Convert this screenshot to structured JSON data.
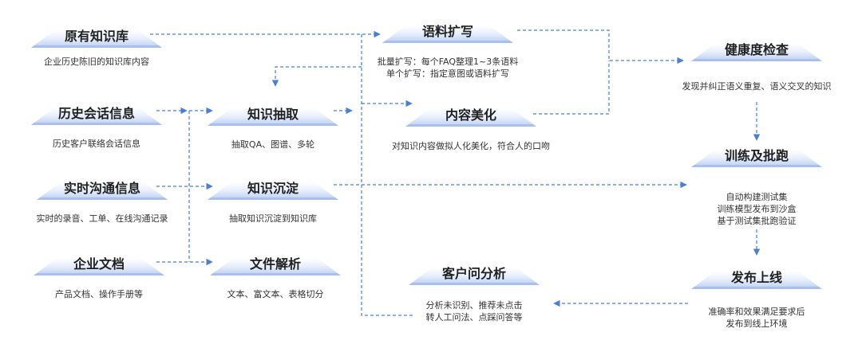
{
  "colors": {
    "connector": "#4a7fd4",
    "pedestal_top": "#ffffff",
    "pedestal_bottom": "#b9cdf4"
  },
  "nodes": {
    "legacy_kb": {
      "title": "原有知识库",
      "desc": [
        "企业历史陈旧的知识库内容"
      ]
    },
    "chat_history": {
      "title": "历史会话信息",
      "desc": [
        "历史客户联络会话信息"
      ]
    },
    "realtime_comm": {
      "title": "实时沟通信息",
      "desc": [
        "实时的录音、工单、在线沟通记录"
      ]
    },
    "enterprise_docs": {
      "title": "企业文档",
      "desc": [
        "产品文档、操作手册等"
      ]
    },
    "knowledge_extract": {
      "title": "知识抽取",
      "desc": [
        "抽取QA、图谱、多轮"
      ]
    },
    "knowledge_deposit": {
      "title": "知识沉淀",
      "desc": [
        "抽取知识沉淀到知识库"
      ]
    },
    "file_parse": {
      "title": "文件解析",
      "desc": [
        "文本、富文本、表格切分"
      ]
    },
    "corpus_expand": {
      "title": "语料扩写",
      "desc": [
        "批量扩写：每个FAQ整理1~3条语料",
        "单个扩写：指定意图或语料扩写"
      ]
    },
    "content_polish": {
      "title": "内容美化",
      "desc": [
        "对知识内容做拟人化美化，符合人的口吻"
      ]
    },
    "customer_analysis": {
      "title": "客户问分析",
      "desc": [
        "分析未识别、推荐未点击",
        "转人工问法、点踩问答等"
      ]
    },
    "health_check": {
      "title": "健康度检查",
      "desc": [
        "发现并纠正语义重复、语义交叉的知识"
      ]
    },
    "train_batch": {
      "title": "训练及批跑",
      "desc": [
        "自动构建测试集",
        "训练模型发布到沙盒",
        "基于测试集批跑验证"
      ]
    },
    "release": {
      "title": "发布上线",
      "desc": [
        "准确率和效果满足要求后",
        "发布到线上环境"
      ]
    }
  }
}
